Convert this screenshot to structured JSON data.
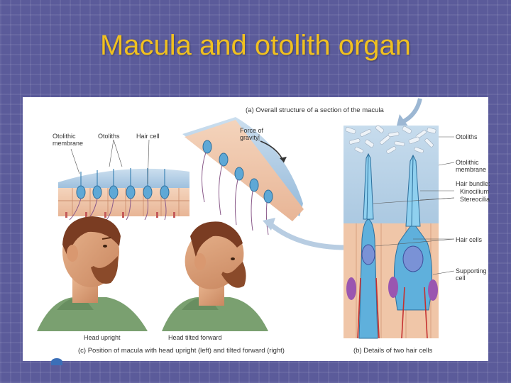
{
  "slide": {
    "title": "Macula and otolith organ"
  },
  "figure": {
    "caption_a": "(a) Overall structure of a section of the macula",
    "caption_b": "(b) Details of two hair cells",
    "caption_c": "(c) Position of macula with head upright (left) and tilted forward (right)",
    "labels_a": {
      "otolithic_membrane": "Otolithic membrane",
      "otoliths": "Otoliths",
      "hair_cell": "Hair cell",
      "force_of_gravity": "Force of gravity"
    },
    "labels_b": {
      "otoliths": "Otoliths",
      "otolithic_membrane": "Otolithic membrane",
      "hair_bundle": "Hair bundle:",
      "kinocilium": "Kinocilium",
      "stereocilia": "Stereocilia",
      "hair_cells": "Hair cells",
      "supporting_cell": "Supporting cell"
    },
    "labels_c": {
      "head_upright": "Head upright",
      "head_tilted": "Head tilted forward"
    }
  }
}
